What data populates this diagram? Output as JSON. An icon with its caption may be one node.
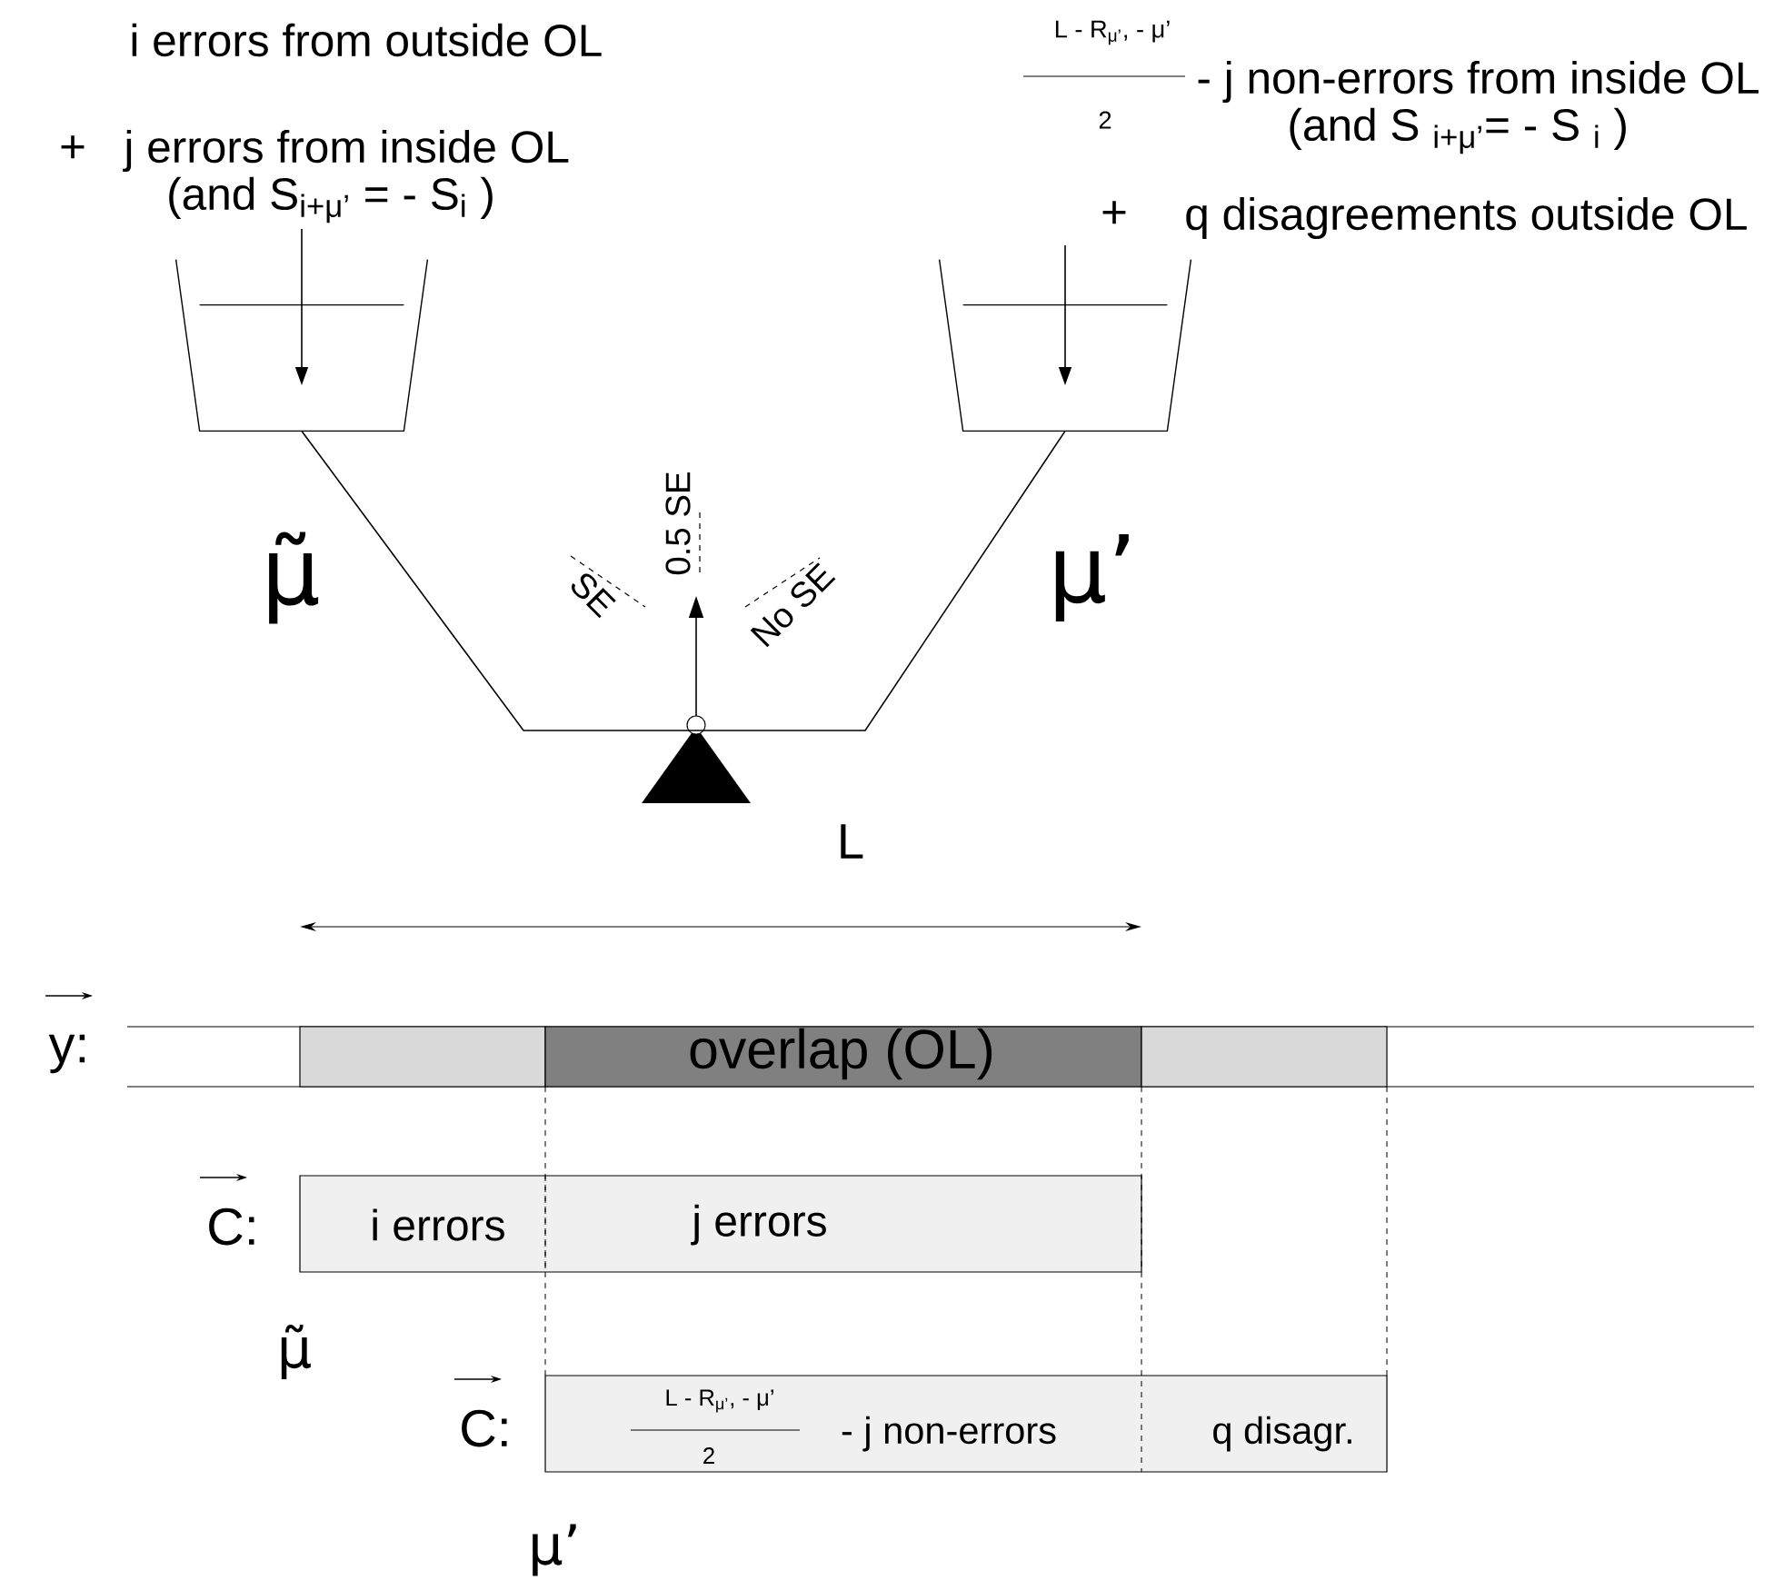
{
  "diagram": {
    "nodes": [
      {
        "text": [
          "i  errors from outside OL",
          "+",
          "j errors from inside OL",
          "(and S$_{i+μ’}$ = - S$_{i}$ )"
        ]
      },
      {
        "text": [],
        "shape": "bucket"
      },
      {
        "text": [
          "L - R$_{μ’}$, - μ’",
          "2",
          "- j  non-errors from inside OL",
          "(and S $_{i+μ’}$= - S $_{i}$ )",
          "+",
          "q  disagreements outside OL"
        ]
      },
      {
        "text": [],
        "shape": "bucket"
      },
      {
        "text": [],
        "shape": "box"
      },
      {
        "text": [
          "overlap (OL)"
        ]
      },
      {
        "text": [],
        "shape": "box"
      },
      {
        "text": [
          "i errors",
          "j errors"
        ]
      },
      {
        "text": [
          "L - R$_{μ’}$, - μ’",
          "2",
          "- j  non-errors",
          "q  disagr."
        ]
      }
    ],
    "edges": [
      {
        "from": 0,
        "to": 1,
        "arrow": "to"
      },
      {
        "from": 2,
        "to": 3,
        "arrow": "to"
      },
      {
        "from": 1,
        "to": 3,
        "arrow": "none"
      }
    ],
    "labels": [
      "μ̃",
      "SE",
      "0.5 SE",
      "No SE",
      "μ’",
      "L",
      "y:",
      "C:",
      "μ̃",
      "C:",
      "μ’"
    ]
  }
}
